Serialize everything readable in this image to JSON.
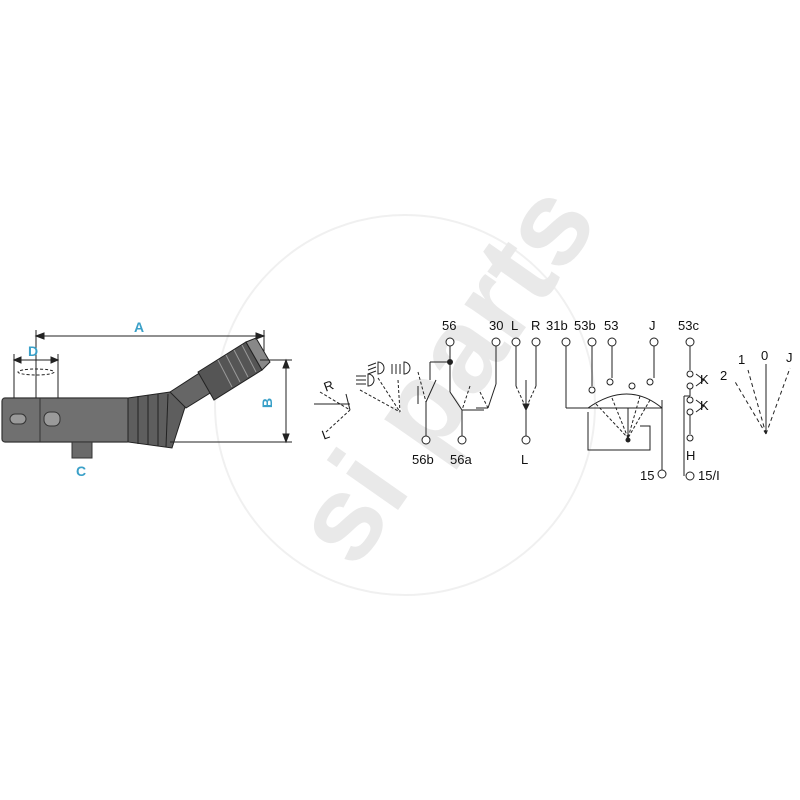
{
  "colors": {
    "dimension": "#3aa0c8",
    "line": "#222222",
    "watermark": "#dddddd",
    "body": "#6e6e6e"
  },
  "watermark": {
    "text": "si parts"
  },
  "dimensions": {
    "a": "A",
    "b": "B",
    "c": "C",
    "d": "D"
  },
  "switch_positions": {
    "r": "R",
    "l": "L"
  },
  "terminals": {
    "t56": "56",
    "t56b": "56b",
    "t56a": "56a",
    "t30": "30",
    "tL_top": "L",
    "tR": "R",
    "tL_bottom": "L",
    "t31b": "31b",
    "t53b": "53b",
    "t53": "53",
    "tJ": "J",
    "t15": "15",
    "t53c": "53c",
    "tH": "H",
    "t15_1": "15/I",
    "tK1": "K",
    "tK2": "K"
  },
  "wiper_positions": {
    "p2": "2",
    "p1": "1",
    "p0": "0",
    "pJ": "J"
  }
}
